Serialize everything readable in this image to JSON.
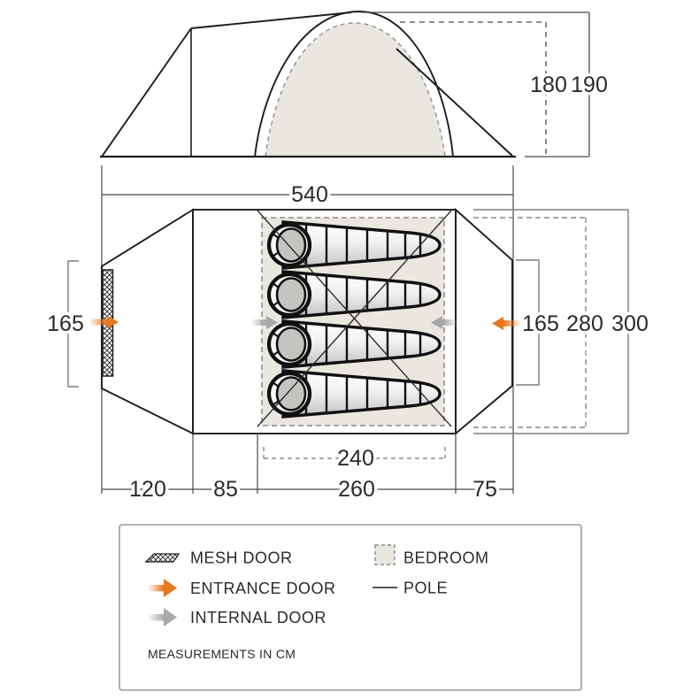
{
  "measurements": {
    "elevation": {
      "inner_height": "180",
      "outer_height": "190",
      "total_width": "540"
    },
    "plan": {
      "left_door_width": "165",
      "right_door_width": "165",
      "inner_width": "280",
      "outer_width": "300",
      "bedroom_width": "240",
      "front_porch_length": "120",
      "living_gap_length": "85",
      "bedroom_length": "260",
      "rear_porch_length": "75"
    }
  },
  "legend": {
    "mesh_door": "MESH DOOR",
    "entrance_door": "ENTRANCE DOOR",
    "internal_door": "INTERNAL DOOR",
    "bedroom": "BEDROOM",
    "pole": "POLE",
    "note": "MEASUREMENTS IN CM"
  },
  "colors": {
    "accent_orange": "#E87722",
    "arrow_gray": "#A8A8A8",
    "bedroom_fill": "#EAE7E0",
    "outline": "#1C1C1C"
  },
  "sleeping_bag_count": 4
}
